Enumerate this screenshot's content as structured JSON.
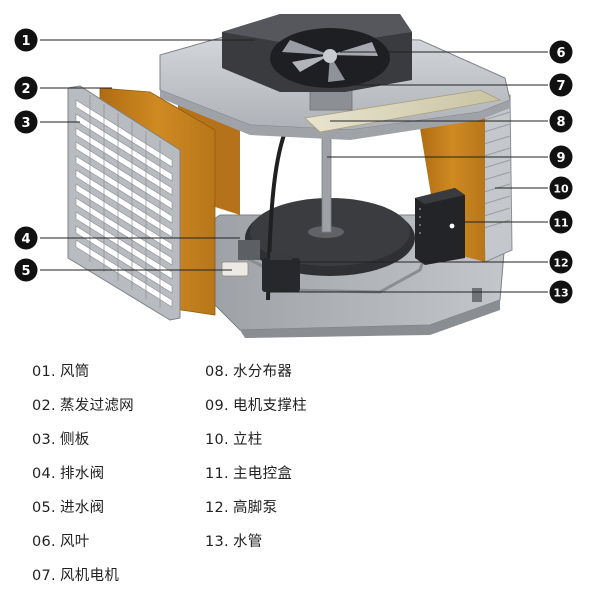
{
  "callouts": [
    {
      "num": "1"
    },
    {
      "num": "2"
    },
    {
      "num": "3"
    },
    {
      "num": "4"
    },
    {
      "num": "5"
    },
    {
      "num": "6"
    },
    {
      "num": "7"
    },
    {
      "num": "8"
    },
    {
      "num": "9"
    },
    {
      "num": "10"
    },
    {
      "num": "11"
    },
    {
      "num": "12"
    },
    {
      "num": "13"
    }
  ],
  "legend": [
    {
      "code": "01.",
      "name": "风筒"
    },
    {
      "code": "02.",
      "name": "蒸发过滤网"
    },
    {
      "code": "03.",
      "name": "侧板"
    },
    {
      "code": "04.",
      "name": "排水阀"
    },
    {
      "code": "05.",
      "name": "进水阀"
    },
    {
      "code": "06.",
      "name": "风叶"
    },
    {
      "code": "07.",
      "name": "风机电机"
    },
    {
      "code": "08.",
      "name": "水分布器"
    },
    {
      "code": "09.",
      "name": "电机支撑柱"
    },
    {
      "code": "10.",
      "name": "立柱"
    },
    {
      "code": "11.",
      "name": "主电控盒"
    },
    {
      "code": "12.",
      "name": "高脚泵"
    },
    {
      "code": "13.",
      "name": "水管"
    }
  ],
  "colors": {
    "housing": "#b9bcc0",
    "housing_dark": "#8e9196",
    "filter_pad": "#c9821c",
    "callout_badge": "#111111"
  }
}
